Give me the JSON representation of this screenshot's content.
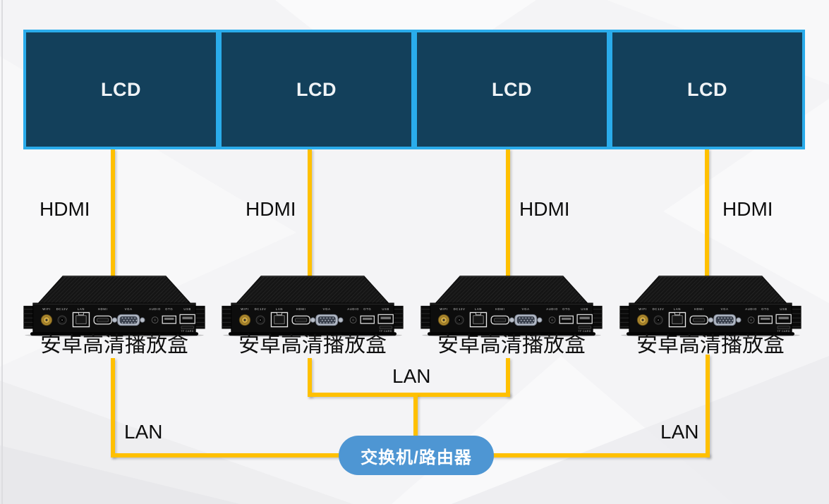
{
  "displays": [
    {
      "label": "LCD"
    },
    {
      "label": "LCD"
    },
    {
      "label": "LCD"
    },
    {
      "label": "LCD"
    }
  ],
  "hdmi": {
    "labels": [
      "HDMI",
      "HDMI",
      "HDMI",
      "HDMI"
    ]
  },
  "players": [
    {
      "caption": "安卓高清播放盒"
    },
    {
      "caption": "安卓高清播放盒"
    },
    {
      "caption": "安卓高清播放盒"
    },
    {
      "caption": "安卓高清播放盒"
    }
  ],
  "device_ports": {
    "wifi": "WIFI",
    "dc": "DC12V",
    "lan": "LAN",
    "hdmi": "HDMI",
    "vga": "VGA",
    "audio": "AUDIO",
    "otg": "OTG",
    "usb": "USB",
    "tf": "TF CARD"
  },
  "lan_labels": {
    "left": "LAN",
    "middle": "LAN",
    "right": "LAN"
  },
  "switch": {
    "label": "交换机/路由器"
  },
  "colors": {
    "lcd_fill": "#13405b",
    "lcd_border": "#2aaceb",
    "cable": "#ffc000",
    "switch_fill": "#4e96d3",
    "switch_text": "#ffffff",
    "label_text": "#0d0d0d"
  }
}
